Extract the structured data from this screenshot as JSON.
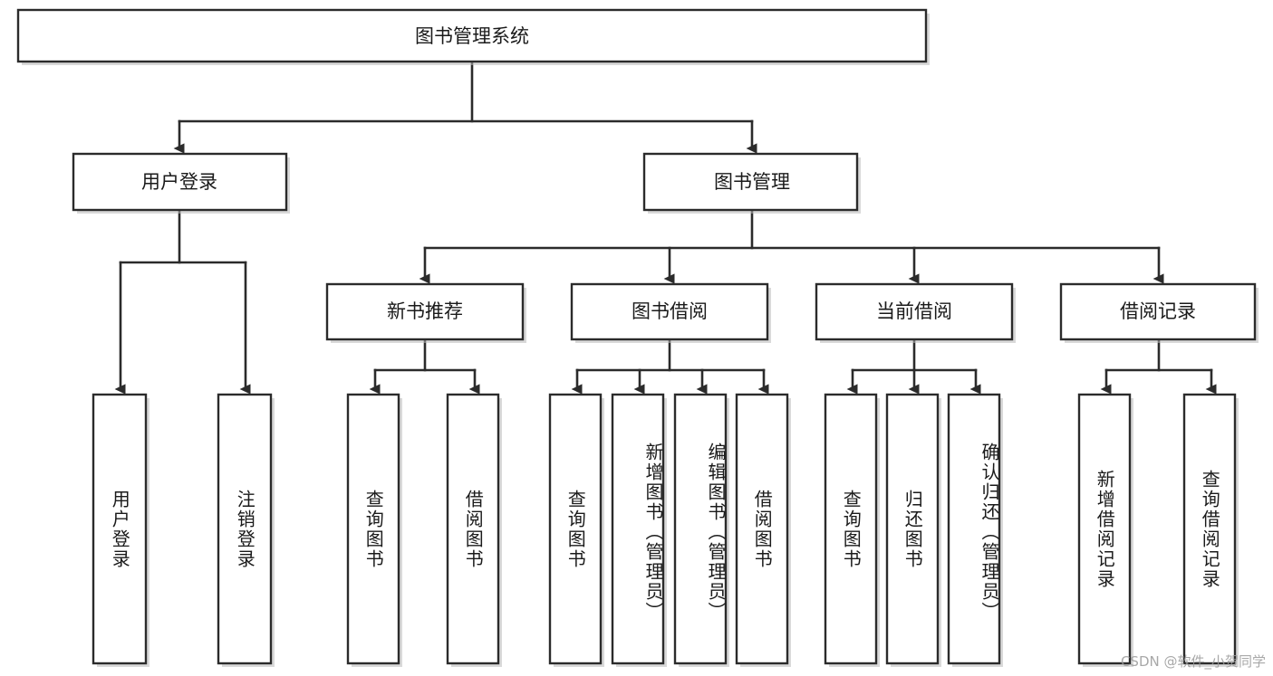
{
  "diagram": {
    "title": "图书管理系统",
    "type": "tree",
    "orientation": "top-down",
    "colors": {
      "box_fill": "#ffffff",
      "box_stroke": "#2b2b2b",
      "connector": "#2b2b2b",
      "text": "#1a1a1a",
      "background": "#ffffff",
      "watermark": "#9a9a9a"
    },
    "root": {
      "label": "图书管理系统"
    },
    "level2": [
      {
        "label": "用户登录"
      },
      {
        "label": "图书管理"
      }
    ],
    "level3": [
      {
        "label": "新书推荐"
      },
      {
        "label": "图书借阅"
      },
      {
        "label": "当前借阅"
      },
      {
        "label": "借阅记录"
      }
    ],
    "leaves_user_login": [
      {
        "label": "用户登录"
      },
      {
        "label": "注销登录"
      }
    ],
    "leaves_new_book": [
      {
        "label": "查询图书"
      },
      {
        "label": "借阅图书"
      }
    ],
    "leaves_borrow": [
      {
        "label": "查询图书"
      },
      {
        "label": "新增图书（管理员）"
      },
      {
        "label": "编辑图书（管理员）"
      },
      {
        "label": "借阅图书"
      }
    ],
    "leaves_current": [
      {
        "label": "查询图书"
      },
      {
        "label": "归还图书"
      },
      {
        "label": "确认归还（管理员）"
      }
    ],
    "leaves_records": [
      {
        "label": "新增借阅记录"
      },
      {
        "label": "查询借阅记录"
      }
    ]
  },
  "watermark": {
    "text": "CSDN @软件_小贺同学"
  }
}
